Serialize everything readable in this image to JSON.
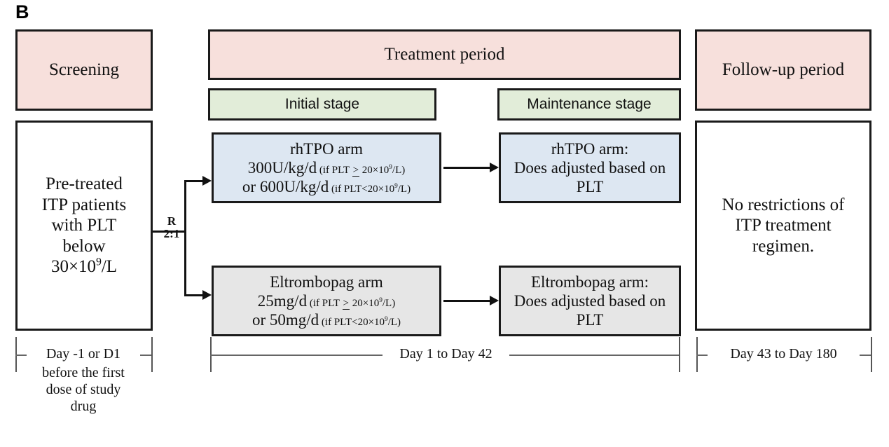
{
  "panel": {
    "letter": "B"
  },
  "headers": {
    "screening": "Screening",
    "treatment_period": "Treatment period",
    "followup_period": "Follow-up period"
  },
  "stages": {
    "initial": "Initial stage",
    "maintenance": "Maintenance stage"
  },
  "population": {
    "line1": "Pre-treated",
    "line2": "ITP patients",
    "line3": "with PLT",
    "line4": "below",
    "line5_value": "30×10",
    "line5_sup": "9",
    "line5_unit": "/L"
  },
  "randomization": {
    "label": "R",
    "ratio": "2:1"
  },
  "arms": {
    "rhtpo": {
      "title": "rhTPO  arm",
      "dose1": "300U/kg/d",
      "cond1_pre": "(if PLT ",
      "cond1_op": ">",
      "cond1_post": " 20×10",
      "cond1_sup": "9",
      "cond1_tail": "/L)",
      "dose2": "or 600U/kg/d",
      "cond2_pre": "(if PLT<20×10",
      "cond2_sup": "9",
      "cond2_tail": "/L)"
    },
    "eltrombopag": {
      "title": "Eltrombopag arm",
      "dose1": "25mg/d",
      "cond1_pre": "(if PLT ",
      "cond1_op": ">",
      "cond1_post": " 20×10",
      "cond1_sup": "9",
      "cond1_tail": "/L)",
      "dose2": "or 50mg/d",
      "cond2_pre": "(if PLT<20×10",
      "cond2_sup": "9",
      "cond2_tail": "/L)"
    }
  },
  "maintenance_boxes": {
    "rhtpo": {
      "line1": "rhTPO  arm:",
      "line2": "Does adjusted based on",
      "line3": "PLT"
    },
    "eltrombopag": {
      "line1": "Eltrombopag arm:",
      "line2": "Does adjusted based on",
      "line3": "PLT"
    }
  },
  "followup": {
    "line1": "No restrictions of",
    "line2": "ITP treatment",
    "line3": "regimen."
  },
  "timeline": {
    "screening_main": "Day -1 or D1",
    "screening_sub1": "before the first",
    "screening_sub2": "dose of study",
    "screening_sub3": "drug",
    "treatment": "Day 1 to Day 42",
    "followup": "Day 43 to Day 180"
  },
  "colors": {
    "pink": "#f7e0dc",
    "green": "#e2edd9",
    "blue": "#dde7f2",
    "grey": "#e6e6e6",
    "border": "#1a1a1a"
  }
}
